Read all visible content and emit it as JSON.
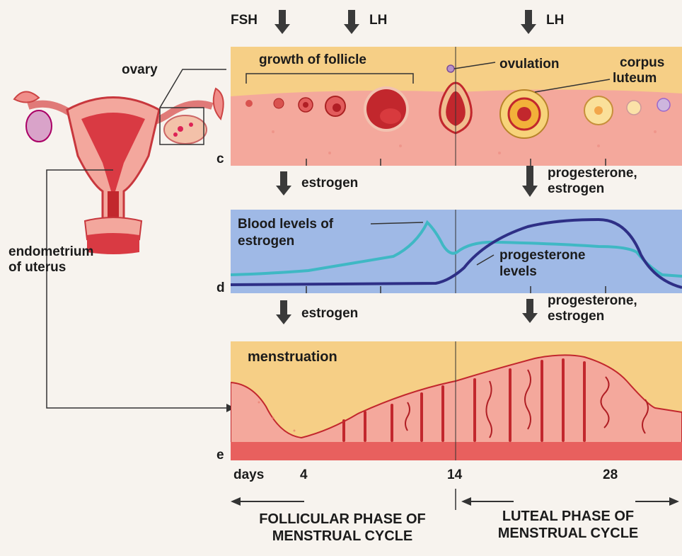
{
  "top_hormones": {
    "fsh": "FSH",
    "lh_1": "LH",
    "lh_2": "LH"
  },
  "ovary_panel": {
    "letter": "c",
    "growth_label": "growth of follicle",
    "ovulation_label": "ovulation",
    "corpus_label_1": "corpus",
    "corpus_label_2": "luteum"
  },
  "uterus_labels": {
    "ovary": "ovary",
    "endometrium_1": "endometrium",
    "endometrium_2": "of uterus"
  },
  "mid_hormones_1": {
    "estrogen": "estrogen",
    "right_1": "progesterone,",
    "right_2": "estrogen"
  },
  "blood_panel": {
    "letter": "d",
    "estrogen_label_1": "Blood levels of",
    "estrogen_label_2": "estrogen",
    "prog_label_1": "progesterone",
    "prog_label_2": "levels"
  },
  "mid_hormones_2": {
    "estrogen": "estrogen",
    "right_1": "progesterone,",
    "right_2": "estrogen"
  },
  "endo_panel": {
    "letter": "e",
    "menstruation_label": "menstruation"
  },
  "days_axis": {
    "label": "days",
    "ticks": [
      "4",
      "14",
      "28"
    ]
  },
  "phases": {
    "follicular_1": "FOLLICULAR PHASE OF",
    "follicular_2": "MENSTRUAL CYCLE",
    "luteal_1": "LUTEAL PHASE OF",
    "luteal_2": "MENSTRUAL CYCLE"
  },
  "colors": {
    "panel_tan": "#f6cf86",
    "panel_blue": "#9fb9e6",
    "tissue_pink": "#f4a89c",
    "tissue_red": "#c2272d",
    "estrogen_curve": "#3fb8c4",
    "progesterone_curve": "#2e2f86",
    "arrow_gray": "#3a3a3a"
  }
}
